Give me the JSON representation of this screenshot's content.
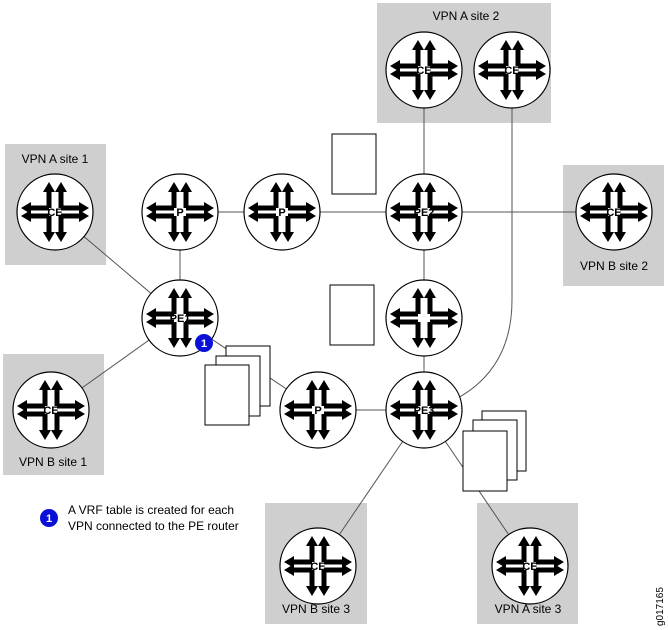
{
  "sites": {
    "vpn_a_site_1": "VPN A site 1",
    "vpn_a_site_2": "VPN A site 2",
    "vpn_a_site_3": "VPN A site 3",
    "vpn_b_site_1": "VPN B site 1",
    "vpn_b_site_2": "VPN B site 2",
    "vpn_b_site_3": "VPN B site 3"
  },
  "routers": {
    "ce": "CE",
    "p": "P",
    "pe1": "PE1",
    "pe2": "PE2",
    "pe3": "PE3"
  },
  "callout": {
    "number": "1",
    "legend_line_1": "A VRF table is created for each",
    "legend_line_2": "VPN connected to the PE router"
  },
  "figure_id": "g017165"
}
